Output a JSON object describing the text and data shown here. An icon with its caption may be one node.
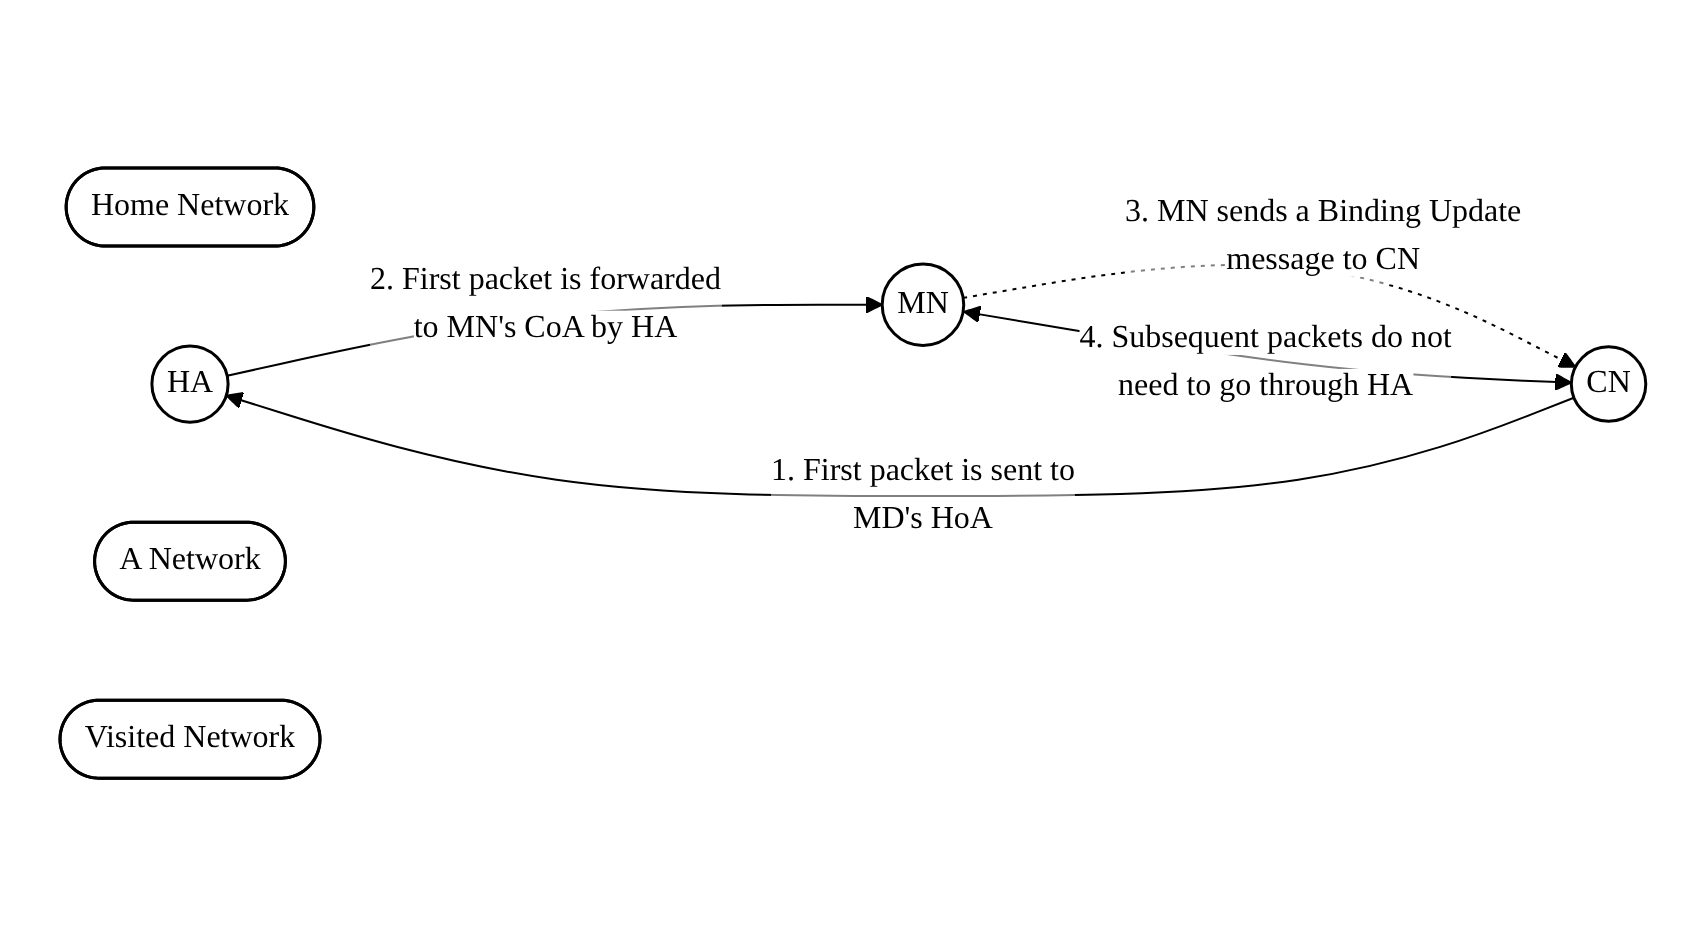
{
  "diagram": {
    "nodes": [
      {
        "text": [
          "Home Network"
        ]
      },
      {
        "text": [
          "HA"
        ]
      },
      {
        "text": [
          "A Network"
        ]
      },
      {
        "text": [
          "CN"
        ]
      },
      {
        "text": [
          "MN"
        ]
      },
      {
        "text": [
          "Visited Network"
        ]
      }
    ],
    "edges": [
      {
        "from": 3,
        "to": 1,
        "arrow": "to",
        "label": "1. First packet is sent to MD's HoA"
      },
      {
        "from": 1,
        "to": 4,
        "arrow": "to",
        "label": "2. First packet is forwarded to MN's CoA by HA"
      },
      {
        "from": 4,
        "to": 3,
        "arrow": "to",
        "label": "3. MN sends a Binding Update message to CN",
        "style": "dashed"
      },
      {
        "from": 4,
        "to": 3,
        "arrow": "both",
        "label": "4. Subsequent packets do not need to go through HA"
      }
    ]
  }
}
